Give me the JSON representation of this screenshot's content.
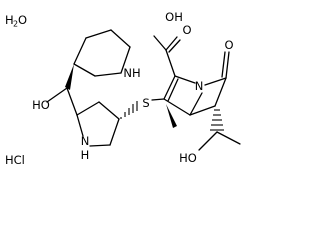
{
  "molecule": {
    "atom_labels": {
      "water_h": "H",
      "water_2": "2",
      "water_o": "O",
      "hcl": "HCl",
      "hydroxyl_upper": "HO",
      "pyrrolidine_nh_upper": "NH",
      "pyrrolidine_nh_lower_n": "N",
      "pyrrolidine_nh_lower_h": "H",
      "sulfur": "S",
      "beta_lactam_n": "N",
      "carbonyl_o": "O",
      "acid_oh": "OH",
      "acid_o": "O",
      "hydroxyethyl_ho": "HO"
    }
  }
}
